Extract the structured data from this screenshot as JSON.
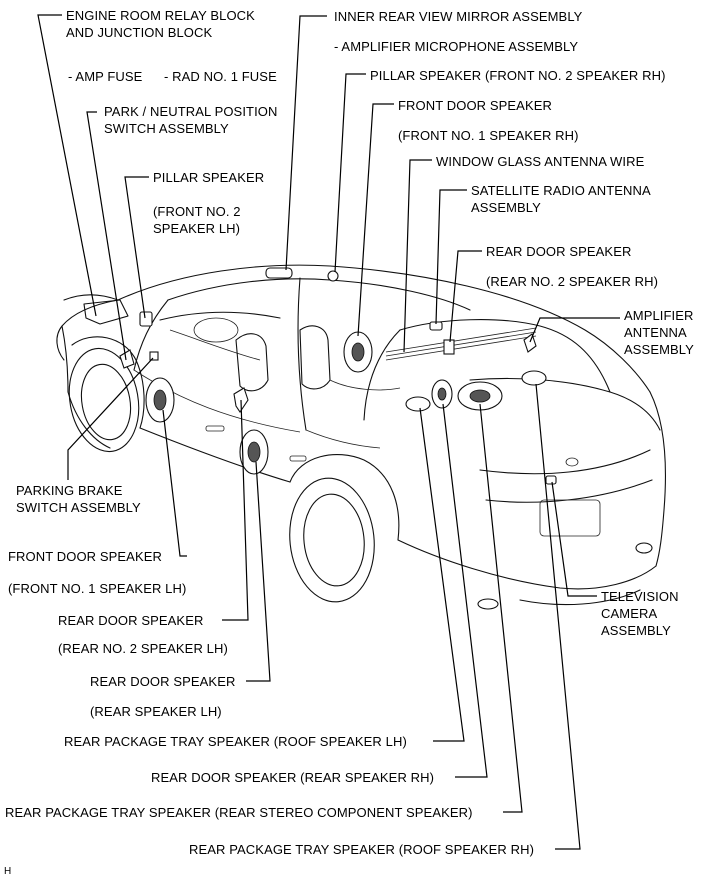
{
  "figure_id": "H",
  "labels": {
    "engine_room_relay": "ENGINE ROOM RELAY BLOCK\nAND JUNCTION BLOCK",
    "amp_fuse": "- AMP FUSE",
    "rad_fuse": "- RAD NO. 1 FUSE",
    "park_neutral": "PARK / NEUTRAL POSITION\nSWITCH ASSEMBLY",
    "pillar_speaker_lh": "PILLAR SPEAKER",
    "pillar_speaker_lh_sub": "(FRONT NO. 2\nSPEAKER LH)",
    "inner_mirror": "INNER REAR VIEW MIRROR ASSEMBLY",
    "amp_mic": "- AMPLIFIER MICROPHONE ASSEMBLY",
    "pillar_speaker_rh": "PILLAR SPEAKER (FRONT NO. 2 SPEAKER RH)",
    "front_door_rh": "FRONT DOOR SPEAKER",
    "front_door_rh_sub": "(FRONT NO. 1 SPEAKER RH)",
    "window_antenna": "WINDOW GLASS ANTENNA WIRE",
    "satellite_antenna": "SATELLITE RADIO ANTENNA\nASSEMBLY",
    "rear_door_rh": "REAR DOOR SPEAKER",
    "rear_door_rh_sub": "(REAR NO. 2 SPEAKER RH)",
    "amp_antenna": "AMPLIFIER\nANTENNA\nASSEMBLY",
    "parking_brake": "PARKING BRAKE\nSWITCH ASSEMBLY",
    "front_door_lh": "FRONT DOOR SPEAKER",
    "front_door_lh_sub": "(FRONT NO. 1 SPEAKER LH)",
    "tv_camera": "TELEVISION\nCAMERA\nASSEMBLY",
    "rear_door_lh": "REAR DOOR SPEAKER",
    "rear_door_lh_sub": "(REAR NO. 2 SPEAKER LH)",
    "rear_door_lh2": "REAR DOOR SPEAKER",
    "rear_door_lh2_sub": "(REAR SPEAKER LH)",
    "tray_roof_lh": "REAR PACKAGE TRAY SPEAKER (ROOF SPEAKER LH)",
    "rear_door_rh2": "REAR DOOR SPEAKER (REAR SPEAKER RH)",
    "tray_stereo": "REAR PACKAGE TRAY SPEAKER (REAR STEREO COMPONENT SPEAKER)",
    "tray_roof_rh": "REAR PACKAGE TRAY SPEAKER (ROOF SPEAKER RH)"
  }
}
